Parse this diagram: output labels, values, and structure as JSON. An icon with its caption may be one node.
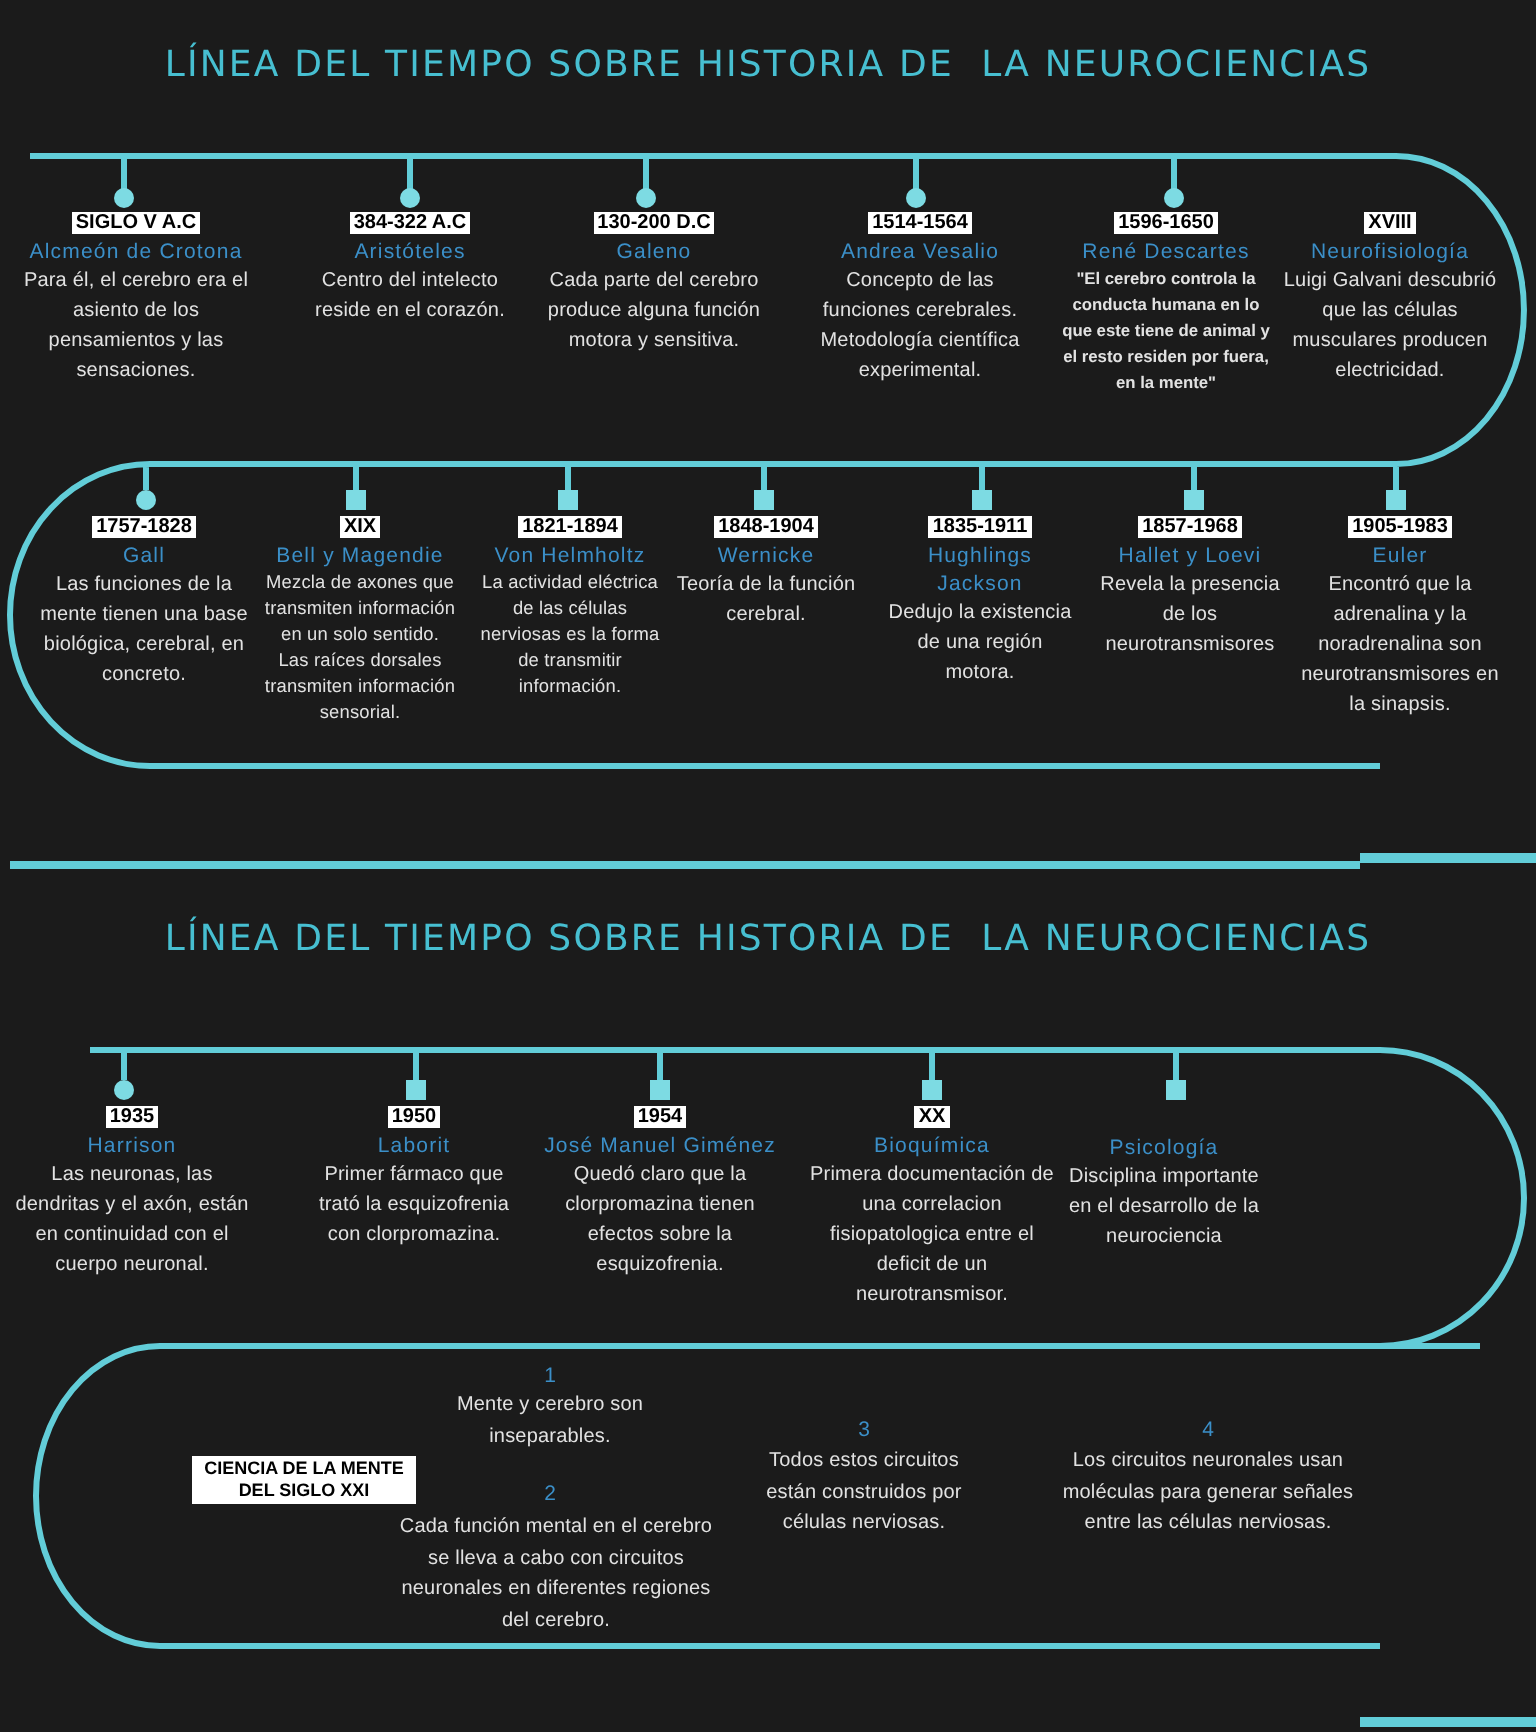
{
  "diagram": {
    "title": "LÍNEA DEL TIEMPO SOBRE HISTORIA DE  LA NEUROCIENCIAS",
    "nodes": [
      {
        "text": [
          "SIGLO V A.C",
          "Alcmeón de Crotona",
          "Para él, el cerebro era el asiento de los pensamientos y las sensaciones."
        ]
      },
      {
        "text": [
          "384-322 A.C",
          "Aristóteles",
          "Centro del intelecto reside en el corazón."
        ]
      },
      {
        "text": [
          "130-200 D.C",
          "Galeno",
          "Cada parte del cerebro produce alguna función motora y sensitiva."
        ]
      },
      {
        "text": [
          "1514-1564",
          "Andrea Vesalio",
          "Concepto de las funciones cerebrales. Metodología científica experimental."
        ]
      },
      {
        "text": [
          "1596-1650",
          "René Descartes",
          "\"El cerebro controla la conducta humana en lo que este tiene de animal y el resto residen por fuera, en la mente\""
        ]
      },
      {
        "text": [
          "XVIII",
          "Neurofisiología",
          "Luigi Galvani descubrió que las células musculares producen electricidad."
        ]
      },
      {
        "text": [
          "1757-1828",
          "Gall",
          "Las funciones de la mente tienen una base biológica, cerebral, en concreto."
        ]
      },
      {
        "text": [
          "XIX",
          "Bell y Magendie",
          "Mezcla de axones que transmiten información en un solo sentido. Las raíces dorsales transmiten información sensorial."
        ]
      },
      {
        "text": [
          "1821-1894",
          "Von Helmholtz",
          "La actividad eléctrica de las células nerviosas es la forma de transmitir información."
        ]
      },
      {
        "text": [
          "1848-1904",
          "Wernicke",
          "Teoría de la función cerebral."
        ]
      },
      {
        "text": [
          "1835-1911",
          "Hughlings Jackson",
          "Dedujo la existencia de una región motora."
        ]
      },
      {
        "text": [
          "1857-1968",
          "Hallet y Loevi",
          "Revela la presencia de los neurotransmisores"
        ]
      },
      {
        "text": [
          "1905-1983",
          "Euler",
          "Encontró que la adrenalina y la noradrenalina son neurotransmisores en la sinapsis."
        ]
      },
      {
        "text": [
          "1935",
          "Harrison",
          "Las neuronas, las dendritas y el axón, están en continuidad con el cuerpo neuronal."
        ]
      },
      {
        "text": [
          "1950",
          "Laborit",
          "Primer fármaco que trató la esquizofrenia con clorpromazina."
        ]
      },
      {
        "text": [
          "1954",
          "José Manuel Giménez",
          "Quedó claro que la clorpromazina tienen efectos sobre la esquizofrenia."
        ]
      },
      {
        "text": [
          "XX",
          "Bioquímica",
          "Primera documentación de una correlacion fisiopatologica entre el deficit de un neurotransmisor."
        ]
      },
      {
        "text": [
          "Psicología",
          "Disciplina importante en el desarrollo de la neurociencia"
        ]
      }
    ],
    "labels": [
      "LÍNEA DEL TIEMPO SOBRE HISTORIA DE  LA NEUROCIENCIAS",
      "CIENCIA DE LA MENTE DEL SIGLO XXI",
      "1",
      "Mente y cerebro son inseparables.",
      "2",
      "Cada función mental en el cerebro se lleva a cabo con circuitos neuronales en diferentes regiones del cerebro.",
      "3",
      "Todos estos circuitos están construidos por células nerviosas.",
      "4",
      "Los circuitos neuronales usan moléculas para generar señales entre las células nerviosas."
    ]
  }
}
